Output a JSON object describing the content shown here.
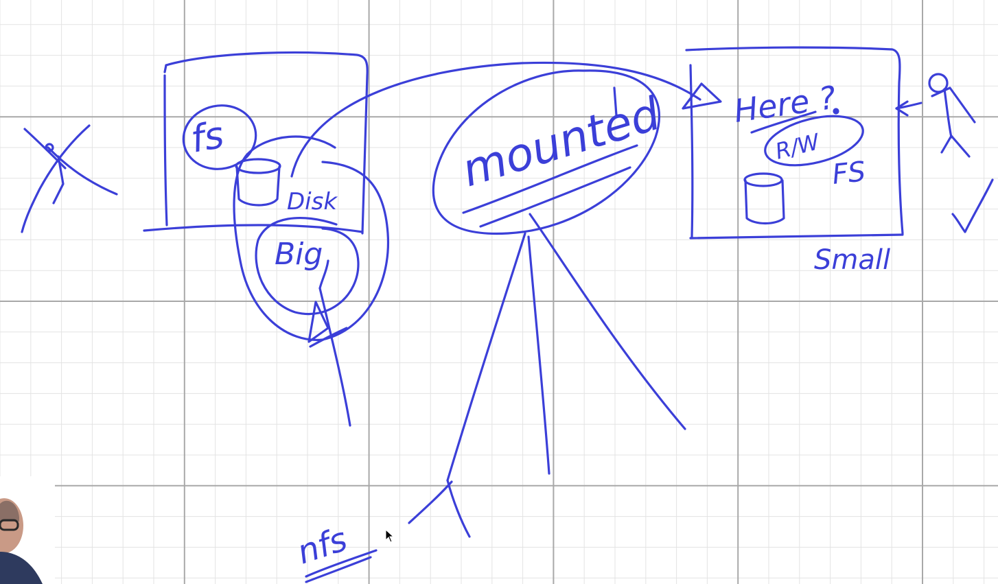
{
  "whiteboard": {
    "ink_color": "#3b3fd8",
    "grid_minor_color": "#e3e3e3",
    "grid_major_color": "#a8a8a8",
    "background": "#ffffff"
  },
  "labels": {
    "fs_left": "fs",
    "disk": "Disk",
    "big": "Big",
    "mounted": "mounted",
    "here": "Here ?",
    "rw": "R/W",
    "fs_right": "FS",
    "small": "Small",
    "nfs": "nfs"
  },
  "icons": {
    "left_person_crossed": "crossed-stick-figure",
    "right_person": "stick-figure",
    "checkmark": "check-mark",
    "left_disk": "cylinder-disk",
    "right_disk": "cylinder-disk",
    "mouse_cursor": "arrow-cursor",
    "presenter_webcam": "presenter-thumbnail"
  }
}
